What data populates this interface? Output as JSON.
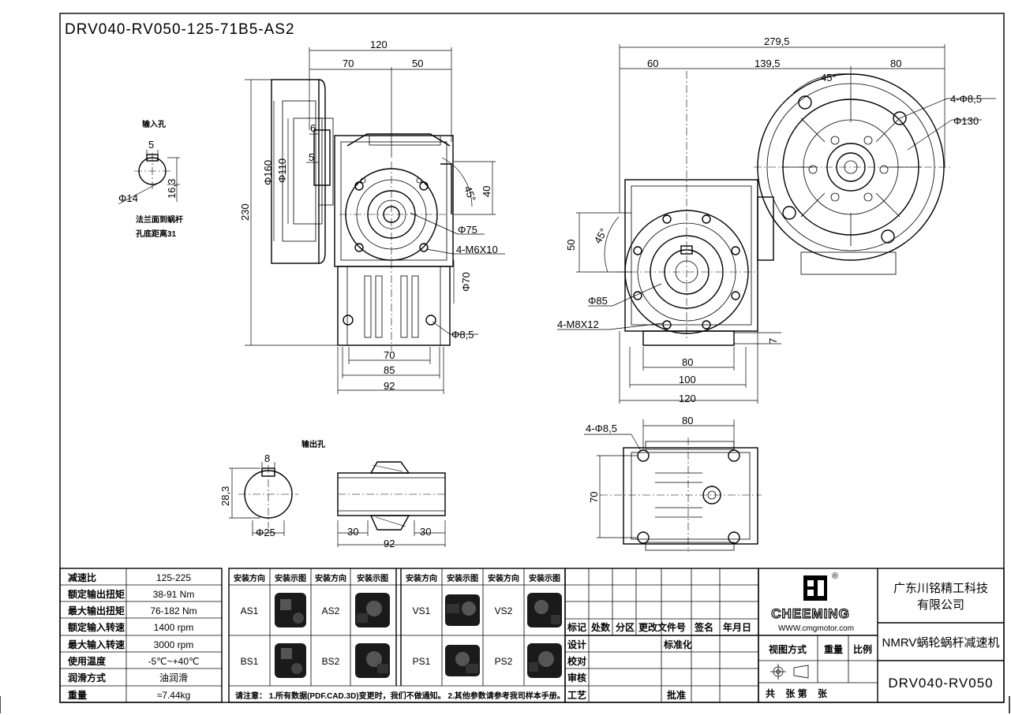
{
  "drawing": {
    "title": "DRV040-RV050-125-71B5-AS2",
    "views": {
      "input_hole": {
        "label": "输入孔",
        "dims": {
          "key": "5",
          "height": "16,3",
          "dia": "Φ14"
        },
        "note_line1": "法兰面到蜗杆",
        "note_line2": "孔底距离31"
      },
      "output_hole": {
        "label": "输出孔",
        "dims": {
          "key": "8",
          "height": "28,3",
          "dia": "Φ25",
          "len_left": "30",
          "len_right": "30",
          "len_total": "92"
        }
      },
      "side": {
        "dims": {
          "top": "120",
          "top_left": "70",
          "top_right": "50",
          "height": "230",
          "d160": "Φ160",
          "d110": "Φ110",
          "d6": "6",
          "d5": "5",
          "angle": "45°",
          "d40": "40",
          "d75": "Φ75",
          "m6": "4-M6X10",
          "d70v": "Φ70",
          "d85h": "Φ8,5",
          "bot70": "70",
          "bot85": "85",
          "bot92": "92"
        }
      },
      "front": {
        "dims": {
          "top": "279,5",
          "left": "60",
          "mid": "139,5",
          "right": "80",
          "angle": "45°",
          "d4": "4-Φ8,5",
          "d130": "Φ130",
          "d50": "50",
          "angle2": "45°",
          "d85": "Φ85",
          "m8": "4-M8X12",
          "d7": "7",
          "b80": "80",
          "b100": "100",
          "b120": "120"
        }
      },
      "bottom": {
        "dims": {
          "holes": "4-Φ8,5",
          "top": "80",
          "left": "70"
        }
      }
    }
  },
  "spec_table": {
    "rows": [
      {
        "label": "减速比",
        "value": "125-225"
      },
      {
        "label": "额定输出扭矩",
        "value": "38-91 Nm"
      },
      {
        "label": "最大输出扭矩",
        "value": "76-182 Nm"
      },
      {
        "label": "额定输入转速",
        "value": "1400 rpm"
      },
      {
        "label": "最大输入转速",
        "value": "3000 rpm"
      },
      {
        "label": "使用温度",
        "value": "-5℃~+40℃"
      },
      {
        "label": "润滑方式",
        "value": "油润滑"
      },
      {
        "label": "重量",
        "value": "≈7.44kg"
      }
    ]
  },
  "mount_table": {
    "headers": [
      "安装方向",
      "安装示图",
      "安装方向",
      "安装示图",
      "安装方向",
      "安装示图",
      "安装方向",
      "安装示图"
    ],
    "row1": [
      "AS1",
      "AS2",
      "VS1",
      "VS2"
    ],
    "row2": [
      "BS1",
      "BS2",
      "PS1",
      "PS2"
    ],
    "note": "请注意：  1.所有数据(PDF.CAD.3D)变更时，我们不做通知。   2.其他参数请参考我司样本手册。"
  },
  "revision_block": {
    "headers": [
      "标记",
      "处数",
      "分区",
      "更改文件号",
      "签名",
      "年月日"
    ],
    "rows": [
      "设计",
      "校对",
      "审核",
      "工艺"
    ],
    "std": "标准化",
    "approve": "批准"
  },
  "title_block": {
    "brand": "CHEEMING",
    "registered": "®",
    "website": "WWW.cmgmotor.com",
    "company_line1": "广东川铭精工科技",
    "company_line2": "有限公司",
    "product": "NMRV蜗轮蜗杆减速机",
    "view_method": "视图方式",
    "weight": "重量",
    "scale": "比例",
    "sheets": "共    张 第    张",
    "model": "DRV040-RV050"
  }
}
